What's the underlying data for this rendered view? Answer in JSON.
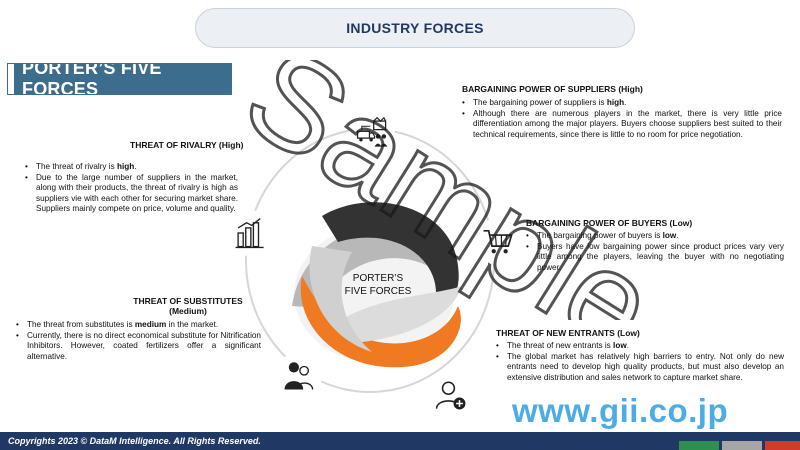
{
  "banner": {
    "title": "INDUSTRY FORCES"
  },
  "section": {
    "title": "PORTER’S FIVE FORCES"
  },
  "center": {
    "line1": "PORTER’S",
    "line2": "FIVE FORCES"
  },
  "rivalry": {
    "heading": "THREAT OF RIVALRY (High)",
    "b1_pre": "The threat of rivalry is ",
    "b1_bold": "high",
    "b1_post": ".",
    "b2": "Due to the large number of suppliers in the market, along with their products, the threat of rivalry is high as suppliers vie with each other for securing market share. Suppliers mainly compete on price, volume and quality."
  },
  "suppliers": {
    "heading": "BARGAINING POWER OF SUPPLIERS (High)",
    "b1_pre": "The bargaining power of suppliers is ",
    "b1_bold": "high",
    "b1_post": ".",
    "b2": "Although there are numerous players in the market, there is very little price differentiation among the major players. Buyers choose suppliers best suited to their technical requirements, since there is little to no room for price negotiation."
  },
  "buyers": {
    "heading": "BARGAINING POWER OF BUYERS (Low)",
    "b1_pre": "The bargaining power of buyers is ",
    "b1_bold": "low",
    "b1_post": ".",
    "b2": "Buyers have low bargaining power since product prices vary very little among the players, leaving the buyer with no negotiating power."
  },
  "substitutes": {
    "heading1": "THREAT OF SUBSTITUTES",
    "heading2": "(Medium)",
    "b1_pre": "The threat from substitutes is ",
    "b1_bold": "medium",
    "b1_post": " in the market.",
    "b2": "Currently, there is no direct economical substitute for Nitrification Inhibitors. However, coated fertilizers offer a significant alternative."
  },
  "entrants": {
    "heading": "THREAT OF NEW ENTRANTS (Low)",
    "b1_pre": "The threat of new entrants is ",
    "b1_bold": "low",
    "b1_post": ".",
    "b2": "The global market has relatively high barriers to entry. Not only do new entrants need to develop high quality products, but must also develop an extensive distribution and sales network to capture market share."
  },
  "watermark": {
    "text": "Sample",
    "site": "www.gii.co.jp"
  },
  "footer": {
    "copyright": "Copyrights 2023 © DataM Intelligence. All Rights Reserved."
  },
  "icons": {
    "rivalry": "bar-chart-icon",
    "suppliers": "supply-chain-icon",
    "buyers": "shopping-cart-icon",
    "substitutes": "people-icon",
    "entrants": "add-user-icon"
  },
  "colors": {
    "navy": "#1f3864",
    "section": "#3d6d8c",
    "orange": "#f07a21",
    "watermark": "#3aa3e3",
    "footer_bar_1": "#2f8f4e",
    "footer_bar_2": "#a6a6a6",
    "footer_bar_3": "#d33a2c"
  }
}
